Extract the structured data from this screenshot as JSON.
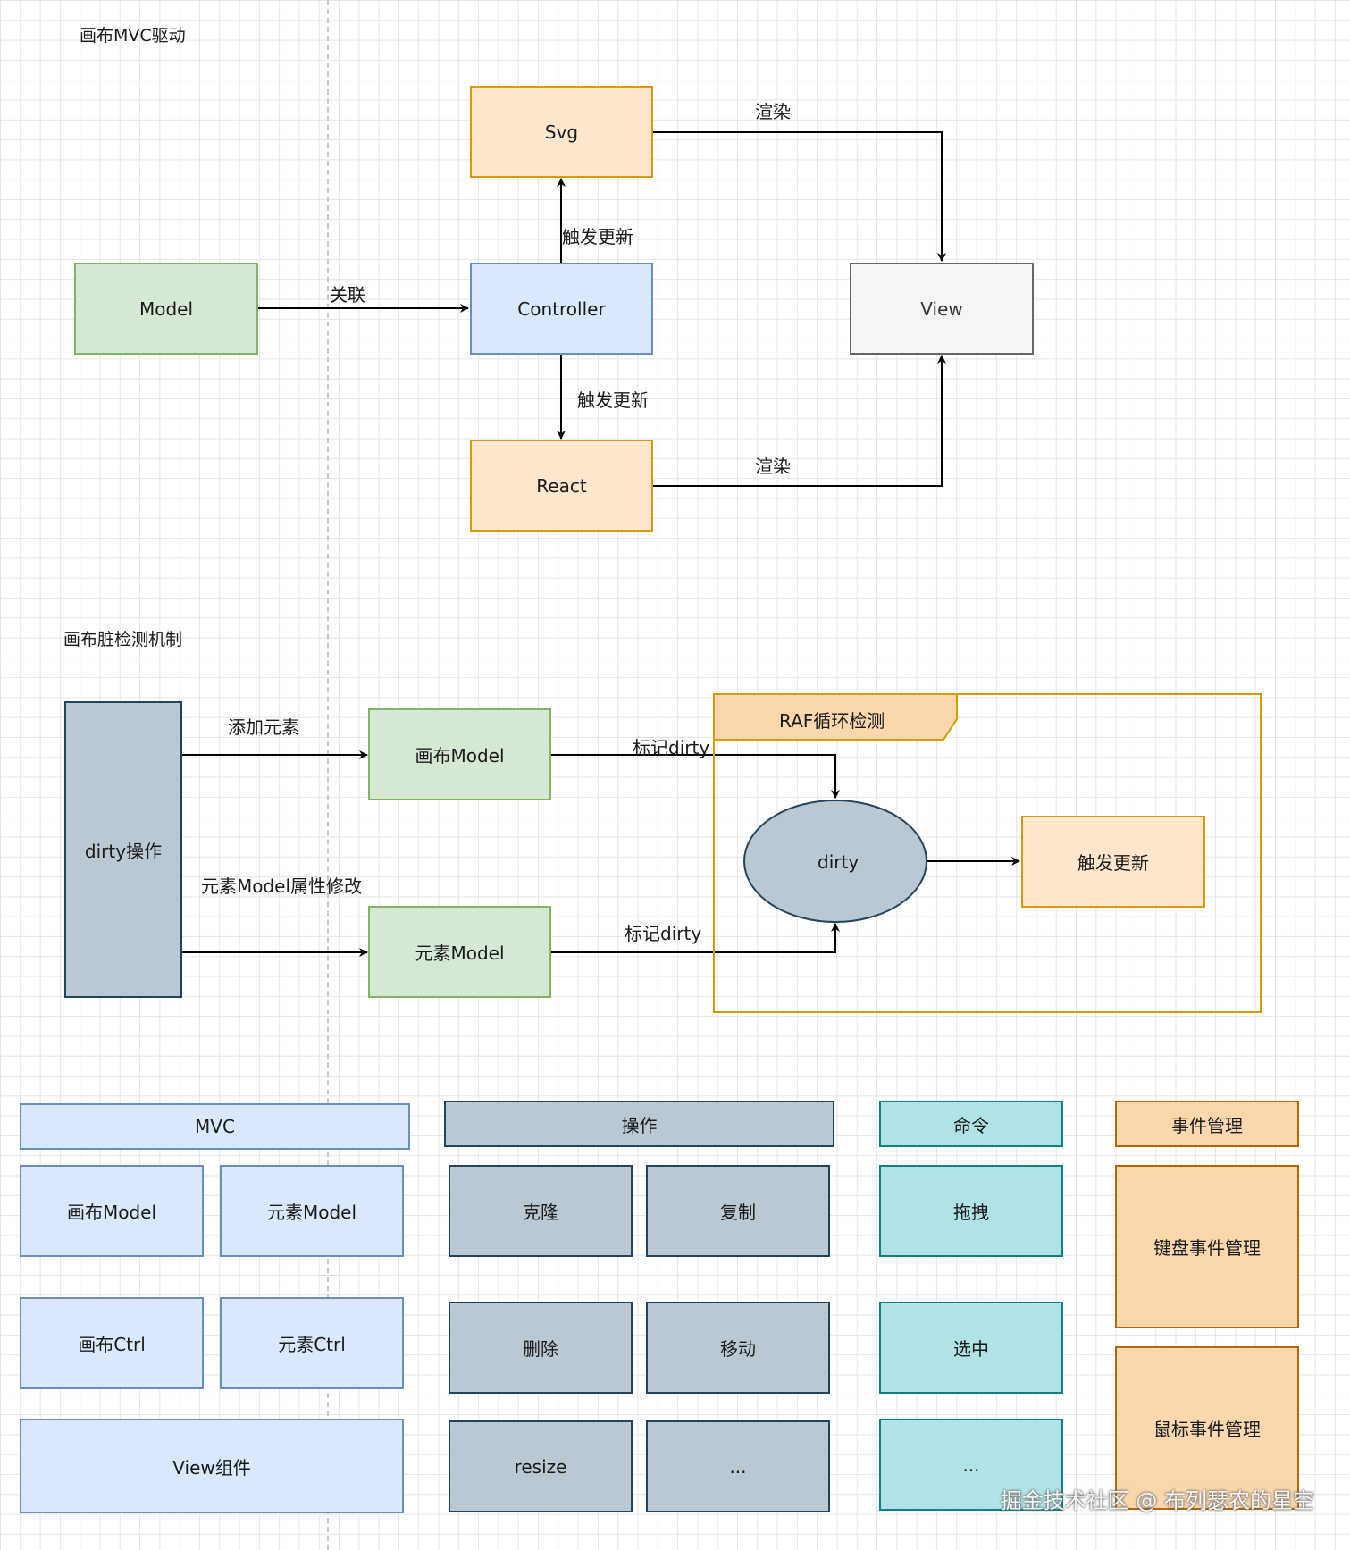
{
  "section1": {
    "title": "画布MVC驱动",
    "svg": "Svg",
    "model": "Model",
    "controller": "Controller",
    "view": "View",
    "react": "React",
    "edge_render_top": "渲染",
    "edge_trigger_up": "触发更新",
    "edge_associate": "关联",
    "edge_trigger_down": "触发更新",
    "edge_render_bottom": "渲染"
  },
  "section2": {
    "title": "画布脏检测机制",
    "dirty_op": "dirty操作",
    "add_element": "添加元素",
    "canvas_model": "画布Model",
    "mark_dirty_1": "标记dirty",
    "raf_label": "RAF循环检测",
    "dirty": "dirty",
    "trigger_update": "触发更新",
    "element_modify": "元素Model属性修改",
    "element_model": "元素Model",
    "mark_dirty_2": "标记dirty"
  },
  "section3": {
    "mvc": {
      "header": "MVC",
      "items": [
        "画布Model",
        "元素Model",
        "画布Ctrl",
        "元素Ctrl",
        "View组件"
      ]
    },
    "ops": {
      "header": "操作",
      "items": [
        "克隆",
        "复制",
        "删除",
        "移动",
        "resize",
        "..."
      ]
    },
    "commands": {
      "header": "命令",
      "items": [
        "拖拽",
        "选中",
        "..."
      ]
    },
    "events": {
      "header": "事件管理",
      "items": [
        "键盘事件管理",
        "鼠标事件管理"
      ]
    }
  },
  "watermark": "掘金技术社区 @ 布列瑟农的星空"
}
